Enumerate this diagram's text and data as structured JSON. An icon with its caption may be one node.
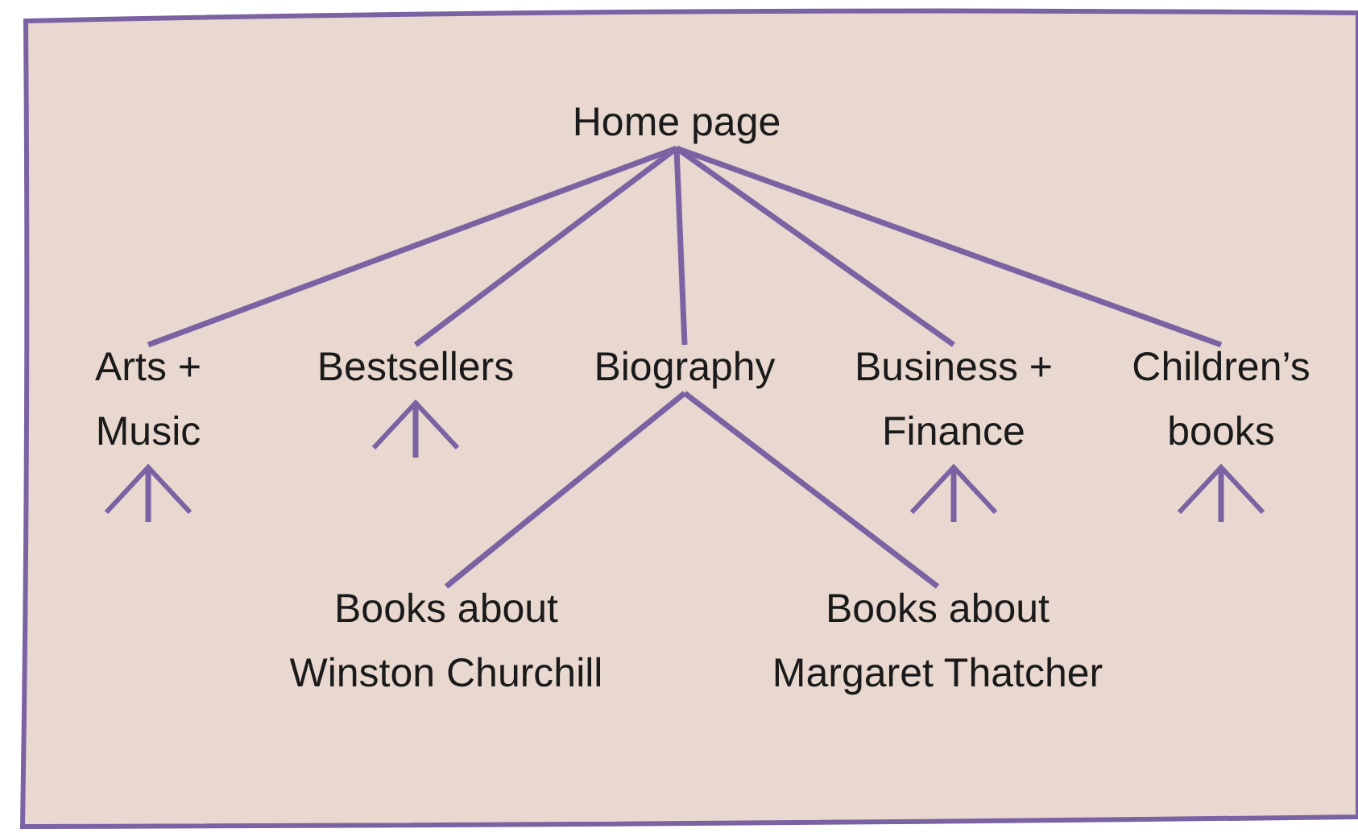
{
  "diagram": {
    "nodes": [
      {
        "text": [
          "Home page"
        ]
      },
      {
        "text": [
          "Arts + Music"
        ]
      },
      {
        "text": [
          "Bestsellers"
        ]
      },
      {
        "text": [
          "Biography"
        ]
      },
      {
        "text": [
          "Business + Finance"
        ]
      },
      {
        "text": [
          "Children’s books"
        ]
      },
      {
        "text": [
          "Books about Winston Churchill"
        ]
      },
      {
        "text": [
          "Books about Margaret Thatcher"
        ]
      }
    ],
    "edges": [
      {
        "from": 0,
        "to": 1,
        "arrow": "none"
      },
      {
        "from": 0,
        "to": 2,
        "arrow": "none"
      },
      {
        "from": 0,
        "to": 3,
        "arrow": "none"
      },
      {
        "from": 0,
        "to": 4,
        "arrow": "none"
      },
      {
        "from": 0,
        "to": 5,
        "arrow": "none"
      },
      {
        "from": 3,
        "to": 6,
        "arrow": "none"
      },
      {
        "from": 3,
        "to": 7,
        "arrow": "none"
      },
      {
        "from": null,
        "to": 1,
        "arrow": "to"
      },
      {
        "from": null,
        "to": 2,
        "arrow": "to"
      },
      {
        "from": null,
        "to": 4,
        "arrow": "to"
      },
      {
        "from": null,
        "to": 5,
        "arrow": "to"
      }
    ]
  }
}
